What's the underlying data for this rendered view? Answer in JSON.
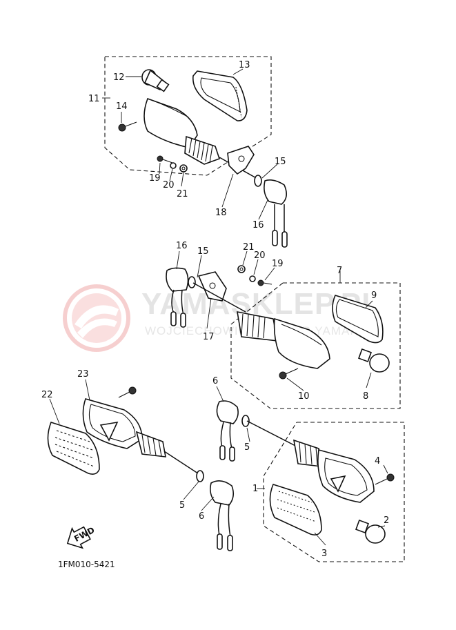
{
  "diagram": {
    "callouts": [
      {
        "id": "c1",
        "text": "1"
      },
      {
        "id": "c2",
        "text": "2"
      },
      {
        "id": "c3",
        "text": "3"
      },
      {
        "id": "c4",
        "text": "4"
      },
      {
        "id": "c5a",
        "text": "5"
      },
      {
        "id": "c5b",
        "text": "5"
      },
      {
        "id": "c6a",
        "text": "6"
      },
      {
        "id": "c6b",
        "text": "6"
      },
      {
        "id": "c7",
        "text": "7"
      },
      {
        "id": "c8",
        "text": "8"
      },
      {
        "id": "c9",
        "text": "9"
      },
      {
        "id": "c10",
        "text": "10"
      },
      {
        "id": "c11",
        "text": "11"
      },
      {
        "id": "c12",
        "text": "12"
      },
      {
        "id": "c13",
        "text": "13"
      },
      {
        "id": "c14",
        "text": "14"
      },
      {
        "id": "c15a",
        "text": "15"
      },
      {
        "id": "c15b",
        "text": "15"
      },
      {
        "id": "c16a",
        "text": "16"
      },
      {
        "id": "c16b",
        "text": "16"
      },
      {
        "id": "c17",
        "text": "17"
      },
      {
        "id": "c18",
        "text": "18"
      },
      {
        "id": "c19a",
        "text": "19"
      },
      {
        "id": "c19b",
        "text": "19"
      },
      {
        "id": "c20a",
        "text": "20"
      },
      {
        "id": "c20b",
        "text": "20"
      },
      {
        "id": "c21a",
        "text": "21"
      },
      {
        "id": "c21b",
        "text": "21"
      },
      {
        "id": "c22",
        "text": "22"
      },
      {
        "id": "c23",
        "text": "23"
      }
    ],
    "fwd_label": "FWD",
    "diagram_code": "1FM010-5421"
  },
  "watermark": {
    "main_text": "YAMASKLEP.PL",
    "sub_text": "WOJCIECHOWICZ-DEALER YAMAHA",
    "color": "#e0e0e0",
    "logo_color": "#f1b5b5"
  }
}
